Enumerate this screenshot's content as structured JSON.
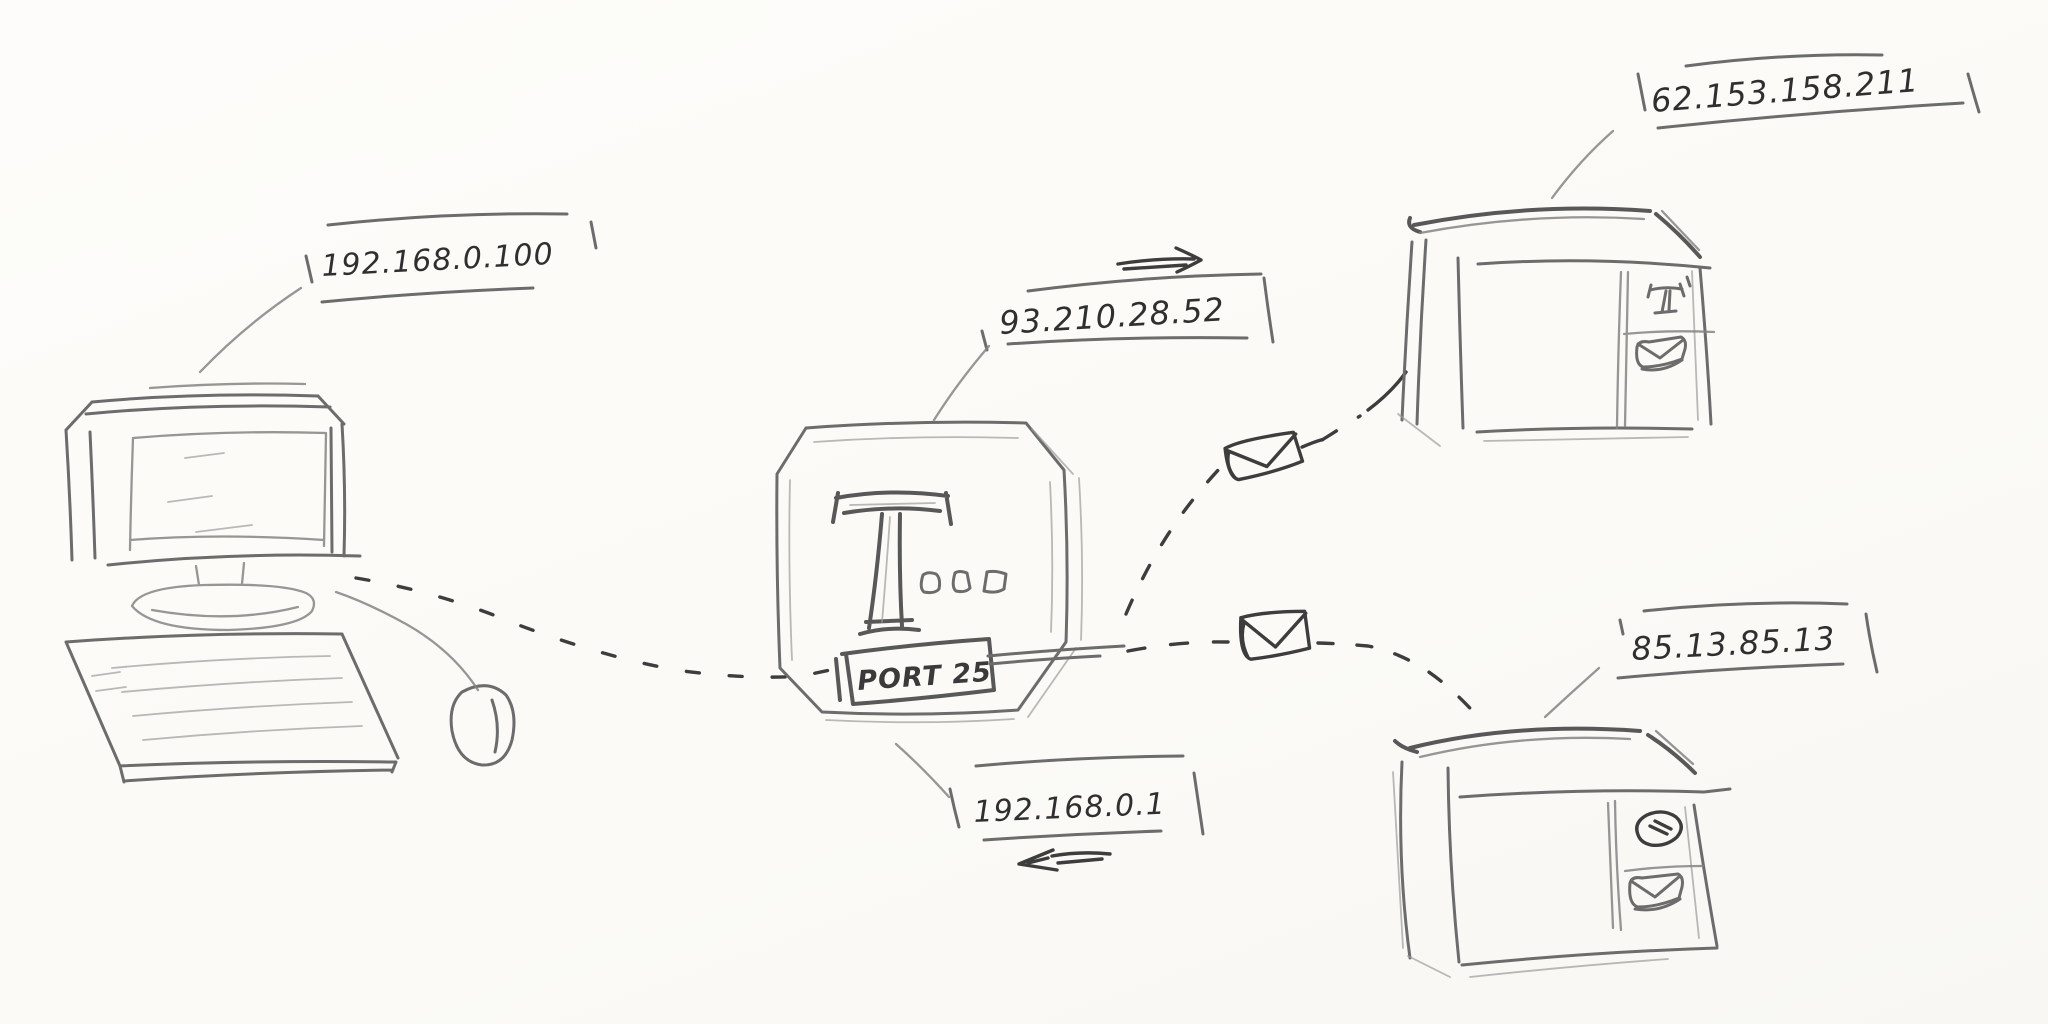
{
  "colors": {
    "paper": "#fbfaf6",
    "pencil_light": "#9b9b9b",
    "pencil_mid": "#6c6c6c",
    "pencil_dark": "#585858",
    "ink_text": "#2f2f2f"
  },
  "diagram": {
    "type": "hand-drawn network sketch",
    "client": {
      "device": "desktop computer with monitor, keyboard and mouse",
      "ip": "192.168.0.100"
    },
    "router": {
      "device": "Telekom router (octagon with T logo and three squares)",
      "brand_icon": "telekom-t",
      "wan_ip": "93.210.28.52",
      "lan_ip": "192.168.0.1",
      "port_label": "PORT 25",
      "wan_direction_arrow": "right (outgoing)",
      "lan_direction_arrow": "left (incoming)"
    },
    "mail_server_primary": {
      "device": "mail server box",
      "ip": "62.153.158.211",
      "panel_icons": [
        "telekom-t",
        "envelope"
      ]
    },
    "mail_server_secondary": {
      "device": "mail server box",
      "ip": "85.13.85.13",
      "panel_icons": [
        "at-sign",
        "envelope"
      ]
    },
    "connections": [
      {
        "from": "client",
        "to": "router",
        "style": "dashed",
        "through": "PORT 25"
      },
      {
        "from": "router",
        "to": "mail_server_primary",
        "style": "dashed",
        "carries": "envelope"
      },
      {
        "from": "router",
        "to": "mail_server_secondary",
        "style": "dashed",
        "carries": "envelope"
      }
    ]
  }
}
